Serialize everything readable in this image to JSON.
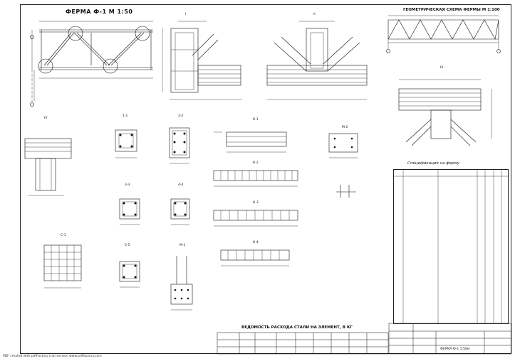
{
  "sheet": {
    "titles": {
      "truss_main": "ФЕРМА  Ф-1  М 1:50",
      "geometric_scheme": "ГЕОМЕТРИЧЕСКАЯ СХЕМА ФЕРМЫ  М 1:100",
      "specification": "Спецификация на ферму",
      "steel_statement": "ВЕДОМОСТЬ РАСХОДА СТАЛИ НА ЭЛЕМЕНТ, В КГ"
    },
    "node_labels": [
      "I",
      "II",
      "III",
      "IV"
    ],
    "section_labels": [
      "1-1",
      "2-2",
      "3-3",
      "4-4",
      "5-5",
      "М-1",
      "С-1",
      "К-1",
      "К-2",
      "К-3",
      "К-4",
      "М-2"
    ],
    "title_block": {
      "sheet_name": "ФЕРМА  Ф-1  1:50м"
    },
    "footer_note": "PDF created with pdfFactory trial version  www.pdffactory.com"
  }
}
